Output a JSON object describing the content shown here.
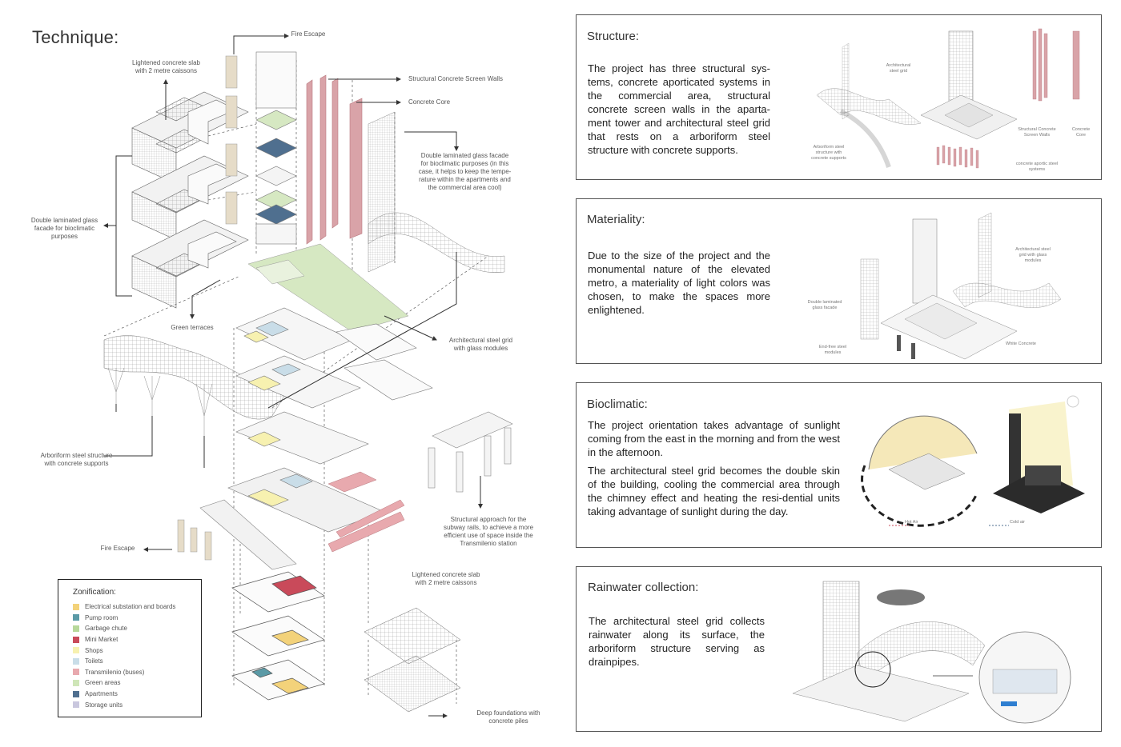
{
  "technique": {
    "title": "Technique:",
    "annotations": {
      "fire_escape_top": "Fire Escape",
      "lightened_slab_top": "Lightened concrete slab\nwith 2 metre caissons",
      "screen_walls": "Structural Concrete Screen Walls",
      "concrete_core": "Concrete Core",
      "double_glass_right": "Double laminated glass facade\nfor bioclimatic purposes (in this\ncase, it helps to keep the tempe-\nrature within the apartments and\nthe commercial area cool)",
      "double_glass_left": "Double laminated glass\nfacade for bioclimatic\npurposes",
      "green_terraces": "Green terraces",
      "steel_grid": "Architectural steel grid\nwith glass modules",
      "arboriform": "Arboriform steel structure\nwith concrete supports",
      "subway_approach": "Structural approach for the\nsubway rails, to achieve a more\nefficient use of space inside the\nTransmilenio station",
      "fire_escape_bottom": "Fire Escape",
      "lightened_slab_bottom": "Lightened concrete slab\nwith 2 metre caissons",
      "deep_foundations": "Deep foundations with\nconcrete piles"
    },
    "legend": {
      "title": "Zonification:",
      "items": [
        {
          "label": "Electrical substation and boards",
          "color": "#f3d27a"
        },
        {
          "label": "Pump room",
          "color": "#5b9aa6"
        },
        {
          "label": "Garbage chute",
          "color": "#b7d89a"
        },
        {
          "label": "Mini Market",
          "color": "#c94a5a"
        },
        {
          "label": "Shops",
          "color": "#f7f1b0"
        },
        {
          "label": "Toilets",
          "color": "#c9dde8"
        },
        {
          "label": "Transmilenio (buses)",
          "color": "#e8a9ae"
        },
        {
          "label": "Green areas",
          "color": "#cfe6b8"
        },
        {
          "label": "Apartments",
          "color": "#4f6f8f"
        },
        {
          "label": "Storage units",
          "color": "#c9c7de"
        }
      ]
    }
  },
  "panels": {
    "structure": {
      "title": "Structure:",
      "body": "The project has three structural sys-tems, concrete aporticated systems in the commercial area, structural concrete screen walls in the aparta-ment tower and  architectural steel grid that rests on a arboriform steel structure with concrete supports.",
      "labels": {
        "steel_grid": "Architectural\nsteel grid",
        "arboriform": "Arboriform steel\nstructure with\nconcrete supports",
        "screen_walls": "Structural Concrete\nScreen Walls",
        "core": "Concrete\nCore",
        "aporticated": "concrete aportic steel\nsystems"
      }
    },
    "materiality": {
      "title": "Materiality:",
      "body": "Due to the size of the project and the monumental nature of the elevated metro, a materiality of light colors was chosen, to make the spaces more enlightened.",
      "labels": {
        "steel_glass": "Architectural steel\ngrid with glass\nmodules",
        "double_glass": "Double laminated\nglass facade",
        "end_free": "End-free steel\nmodules",
        "white_concrete": "White Concrete"
      }
    },
    "bioclimatic": {
      "title": "Bioclimatic:",
      "body1": "The project orientation takes advantage of sunlight coming from the east in the morning and from the west in the afternoon.",
      "body2": "The architectural steel grid becomes the double skin of the building, cooling the commercial area through the chimney effect and heating the resi-dential units taking advantage of sunlight during the day.",
      "hot_air": "Hot Air",
      "cold_air": "Cold air"
    },
    "rainwater": {
      "title": "Rainwater collection:",
      "body": "The architectural steel grid collects rainwater along its surface, the arboriform structure serving as drainpipes."
    }
  },
  "colors": {
    "pink": "#d9a3a8",
    "pink_dark": "#b97a80",
    "green": "#d6e8c2",
    "blue": "#4f6f8f",
    "line": "#333333",
    "grey": "#999999"
  }
}
